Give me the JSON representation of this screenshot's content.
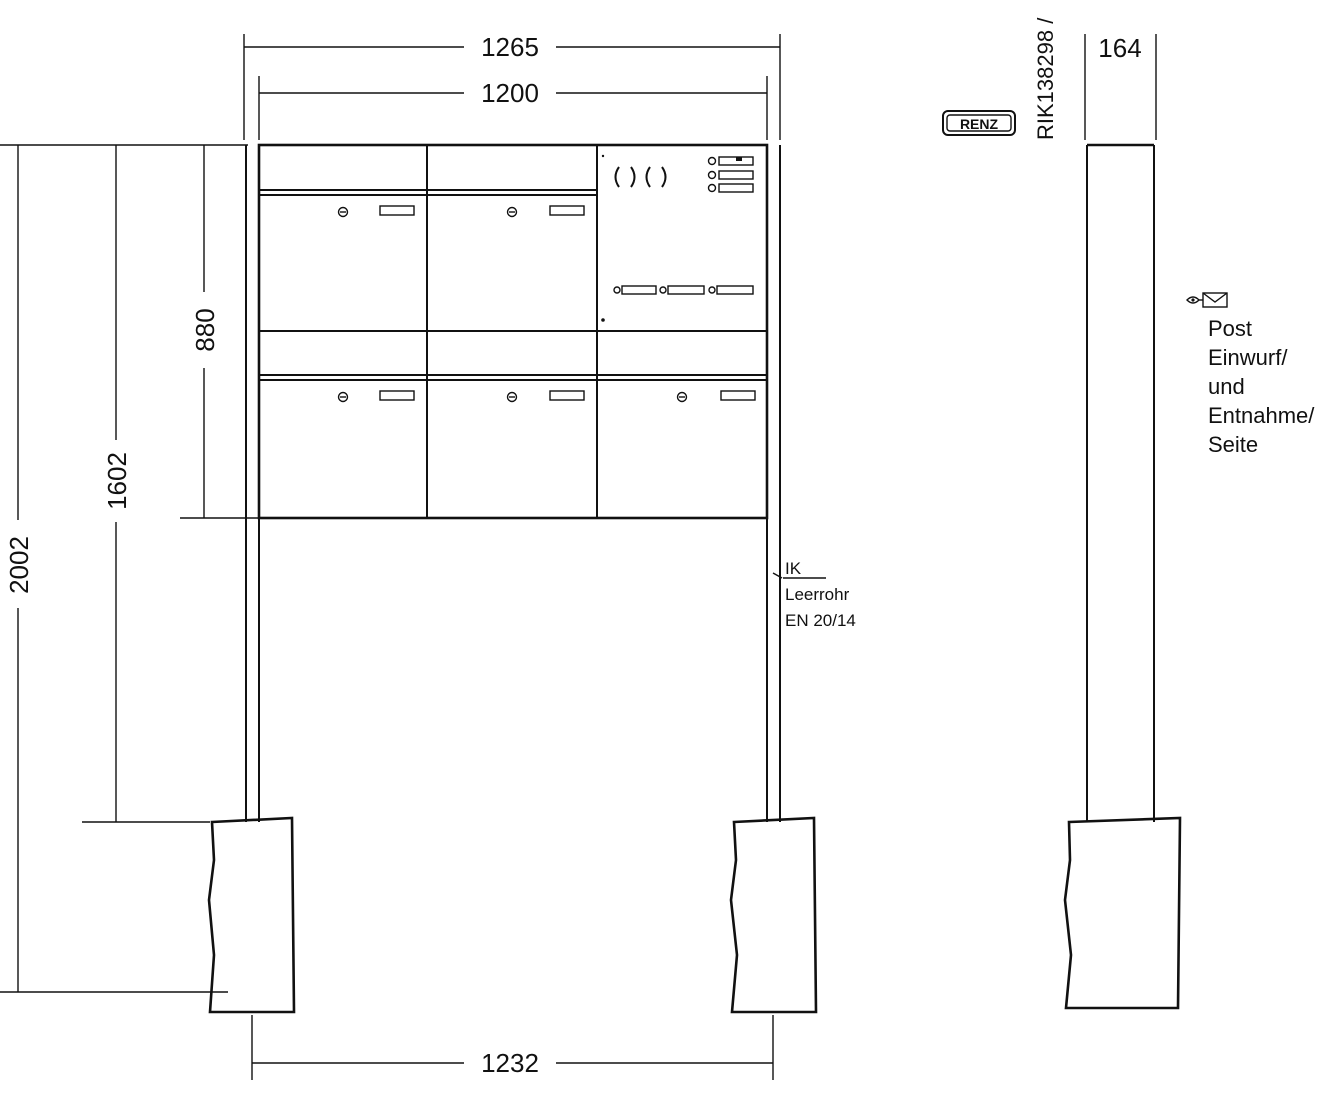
{
  "dimensions": {
    "overall_width": "1265",
    "box_width": "1200",
    "post_spacing": "1232",
    "total_height": "2002",
    "bottom_height": "1602",
    "box_height": "880",
    "post_depth": "164"
  },
  "product_code": "RIK138298 /",
  "logo_text": "RENZ",
  "conduit_note": [
    "IK",
    "Leerrohr",
    "EN 20/14"
  ],
  "side_note": [
    "Post",
    "Einwurf/",
    "und",
    "Entnahme/",
    "Seite"
  ],
  "icons": {
    "eye": "eye-icon",
    "envelope": "envelope-icon"
  },
  "colors": {
    "line": "#111111",
    "background": "#ffffff"
  }
}
